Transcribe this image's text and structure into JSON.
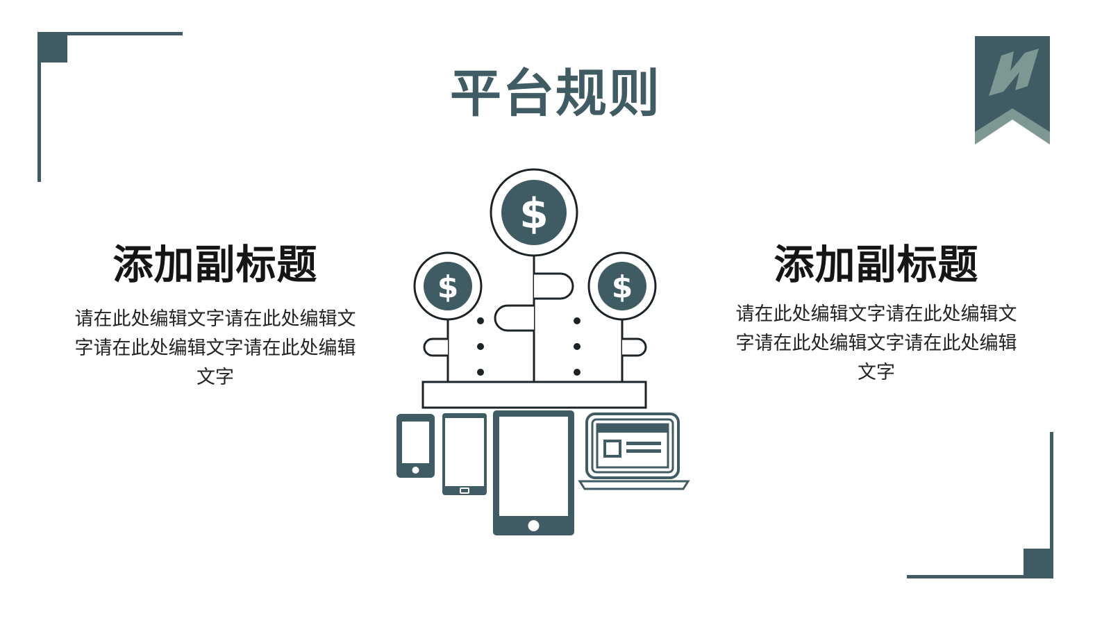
{
  "title": "平台规则",
  "left": {
    "subtitle": "添加副标题",
    "body": "请在此处编辑文字请在此处编辑文字请在此处编辑文字请在此处编辑文字"
  },
  "right": {
    "subtitle": "添加副标题",
    "body": "请在此处编辑文字请在此处编辑文字请在此处编辑文字请在此处编辑文字"
  },
  "icon_glyphs": {
    "dollar": "$"
  },
  "icons": [
    "bookmark-icon",
    "money-tree-icon",
    "smartphone-icon",
    "tablet-icon",
    "laptop-icon"
  ],
  "colors": {
    "primary": "#3f5b63",
    "accent": "#7d9793",
    "text": "#222222"
  }
}
